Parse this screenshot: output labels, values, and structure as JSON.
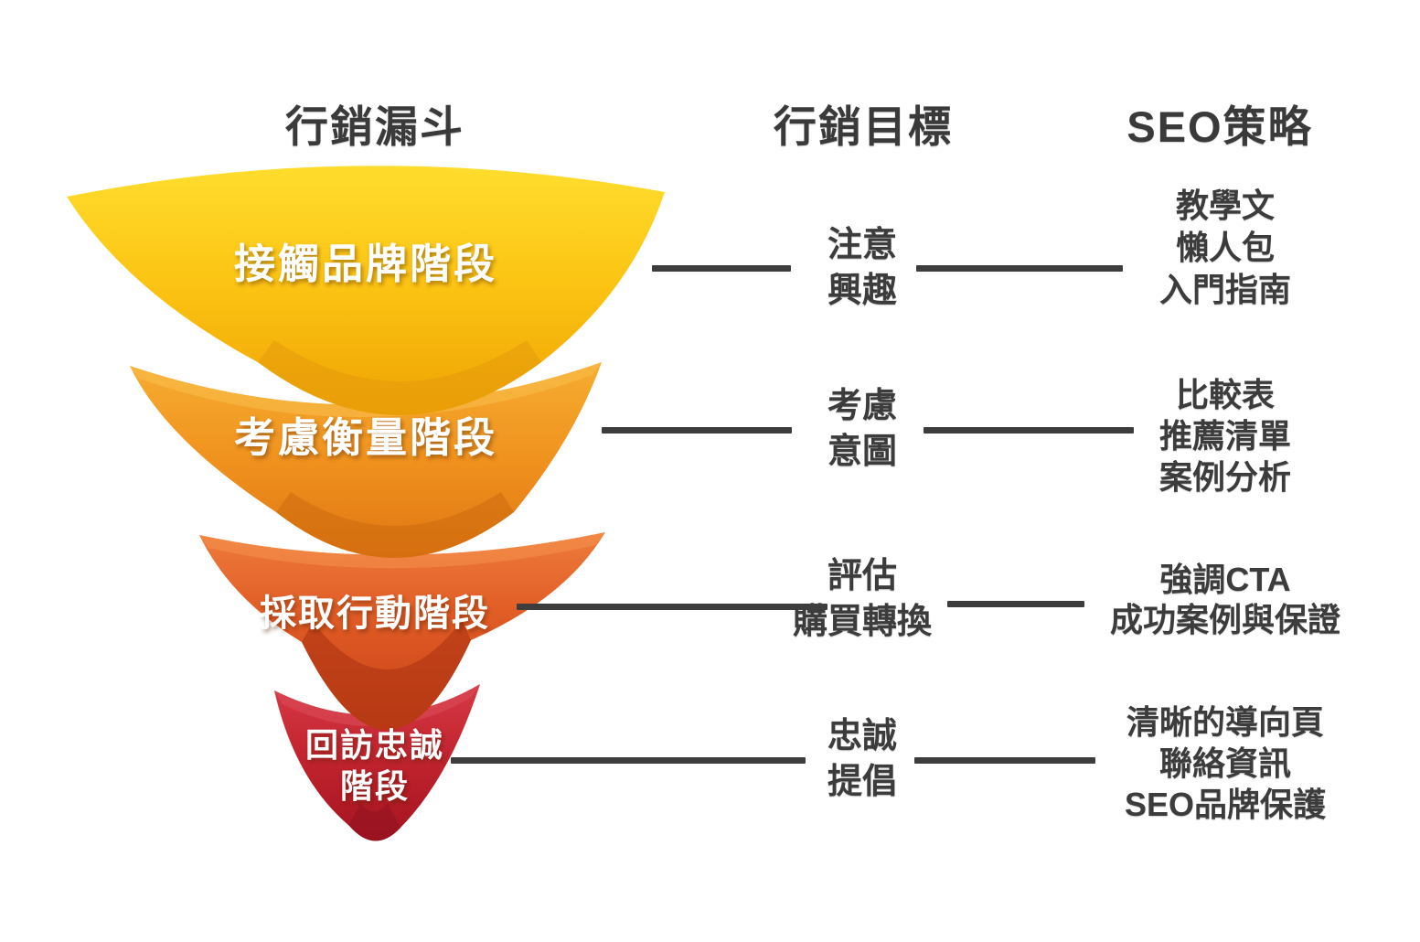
{
  "headers": {
    "funnel": "行銷漏斗",
    "goals": "行銷目標",
    "seo": "SEO策略"
  },
  "funnel": {
    "stages": [
      {
        "label": "接觸品牌階段",
        "color_top": "#FFDD2E",
        "color_bottom": "#EFA303"
      },
      {
        "label": "考慮衡量階段",
        "color_top": "#F6AD31",
        "color_bottom": "#DF7613"
      },
      {
        "label": "採取行動階段",
        "color_top": "#EE7B3B",
        "color_bottom": "#C64217"
      },
      {
        "label": "回訪忠誠",
        "label_line2": "階段",
        "color_top": "#D63846",
        "color_bottom": "#A5131F"
      }
    ]
  },
  "goals": [
    {
      "line1": "注意",
      "line2": "興趣"
    },
    {
      "line1": "考慮",
      "line2": "意圖"
    },
    {
      "line1": "評估",
      "line2": "購買轉換"
    },
    {
      "line1": "忠誠",
      "line2": "提倡"
    }
  ],
  "strategies": [
    {
      "lines": [
        "教學文",
        "懶人包",
        "入門指南"
      ]
    },
    {
      "lines": [
        "比較表",
        "推薦清單",
        "案例分析"
      ]
    },
    {
      "lines": [
        "強調CTA",
        "成功案例與保證"
      ]
    },
    {
      "lines": [
        "清晰的導向頁",
        "聯絡資訊",
        "SEO品牌保護"
      ]
    }
  ],
  "colors": {
    "connector_line": "#3d3d3d",
    "text": "#3c3c3c",
    "stage_text": "#ffffff"
  }
}
